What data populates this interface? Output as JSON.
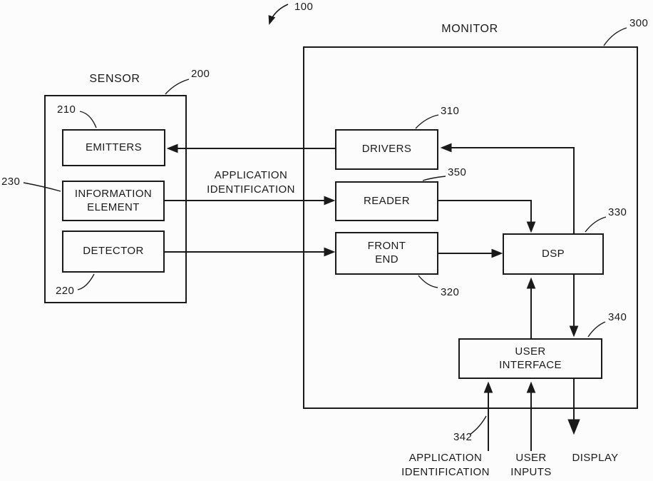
{
  "figure": {
    "ref": "100"
  },
  "sensor": {
    "title": "SENSOR",
    "ref": "200",
    "emitters": {
      "label": "EMITTERS",
      "ref": "210"
    },
    "information_element": {
      "label": "INFORMATION ELEMENT",
      "ref": "230"
    },
    "detector": {
      "label": "DETECTOR",
      "ref": "220"
    }
  },
  "monitor": {
    "title": "MONITOR",
    "ref": "300",
    "drivers": {
      "label": "DRIVERS",
      "ref": "310"
    },
    "reader": {
      "label": "READER",
      "ref": "350"
    },
    "front_end": {
      "label": "FRONT END",
      "ref": "320"
    },
    "dsp": {
      "label": "DSP",
      "ref": "330"
    },
    "user_interface": {
      "label": "USER INTERFACE",
      "ref": "340"
    }
  },
  "signals": {
    "application_identification_mid": "APPLICATION IDENTIFICATION",
    "application_identification_bottom": "APPLICATION IDENTIFICATION",
    "application_identification_bottom_ref": "342",
    "user_inputs": "USER INPUTS",
    "display": "DISPLAY"
  }
}
